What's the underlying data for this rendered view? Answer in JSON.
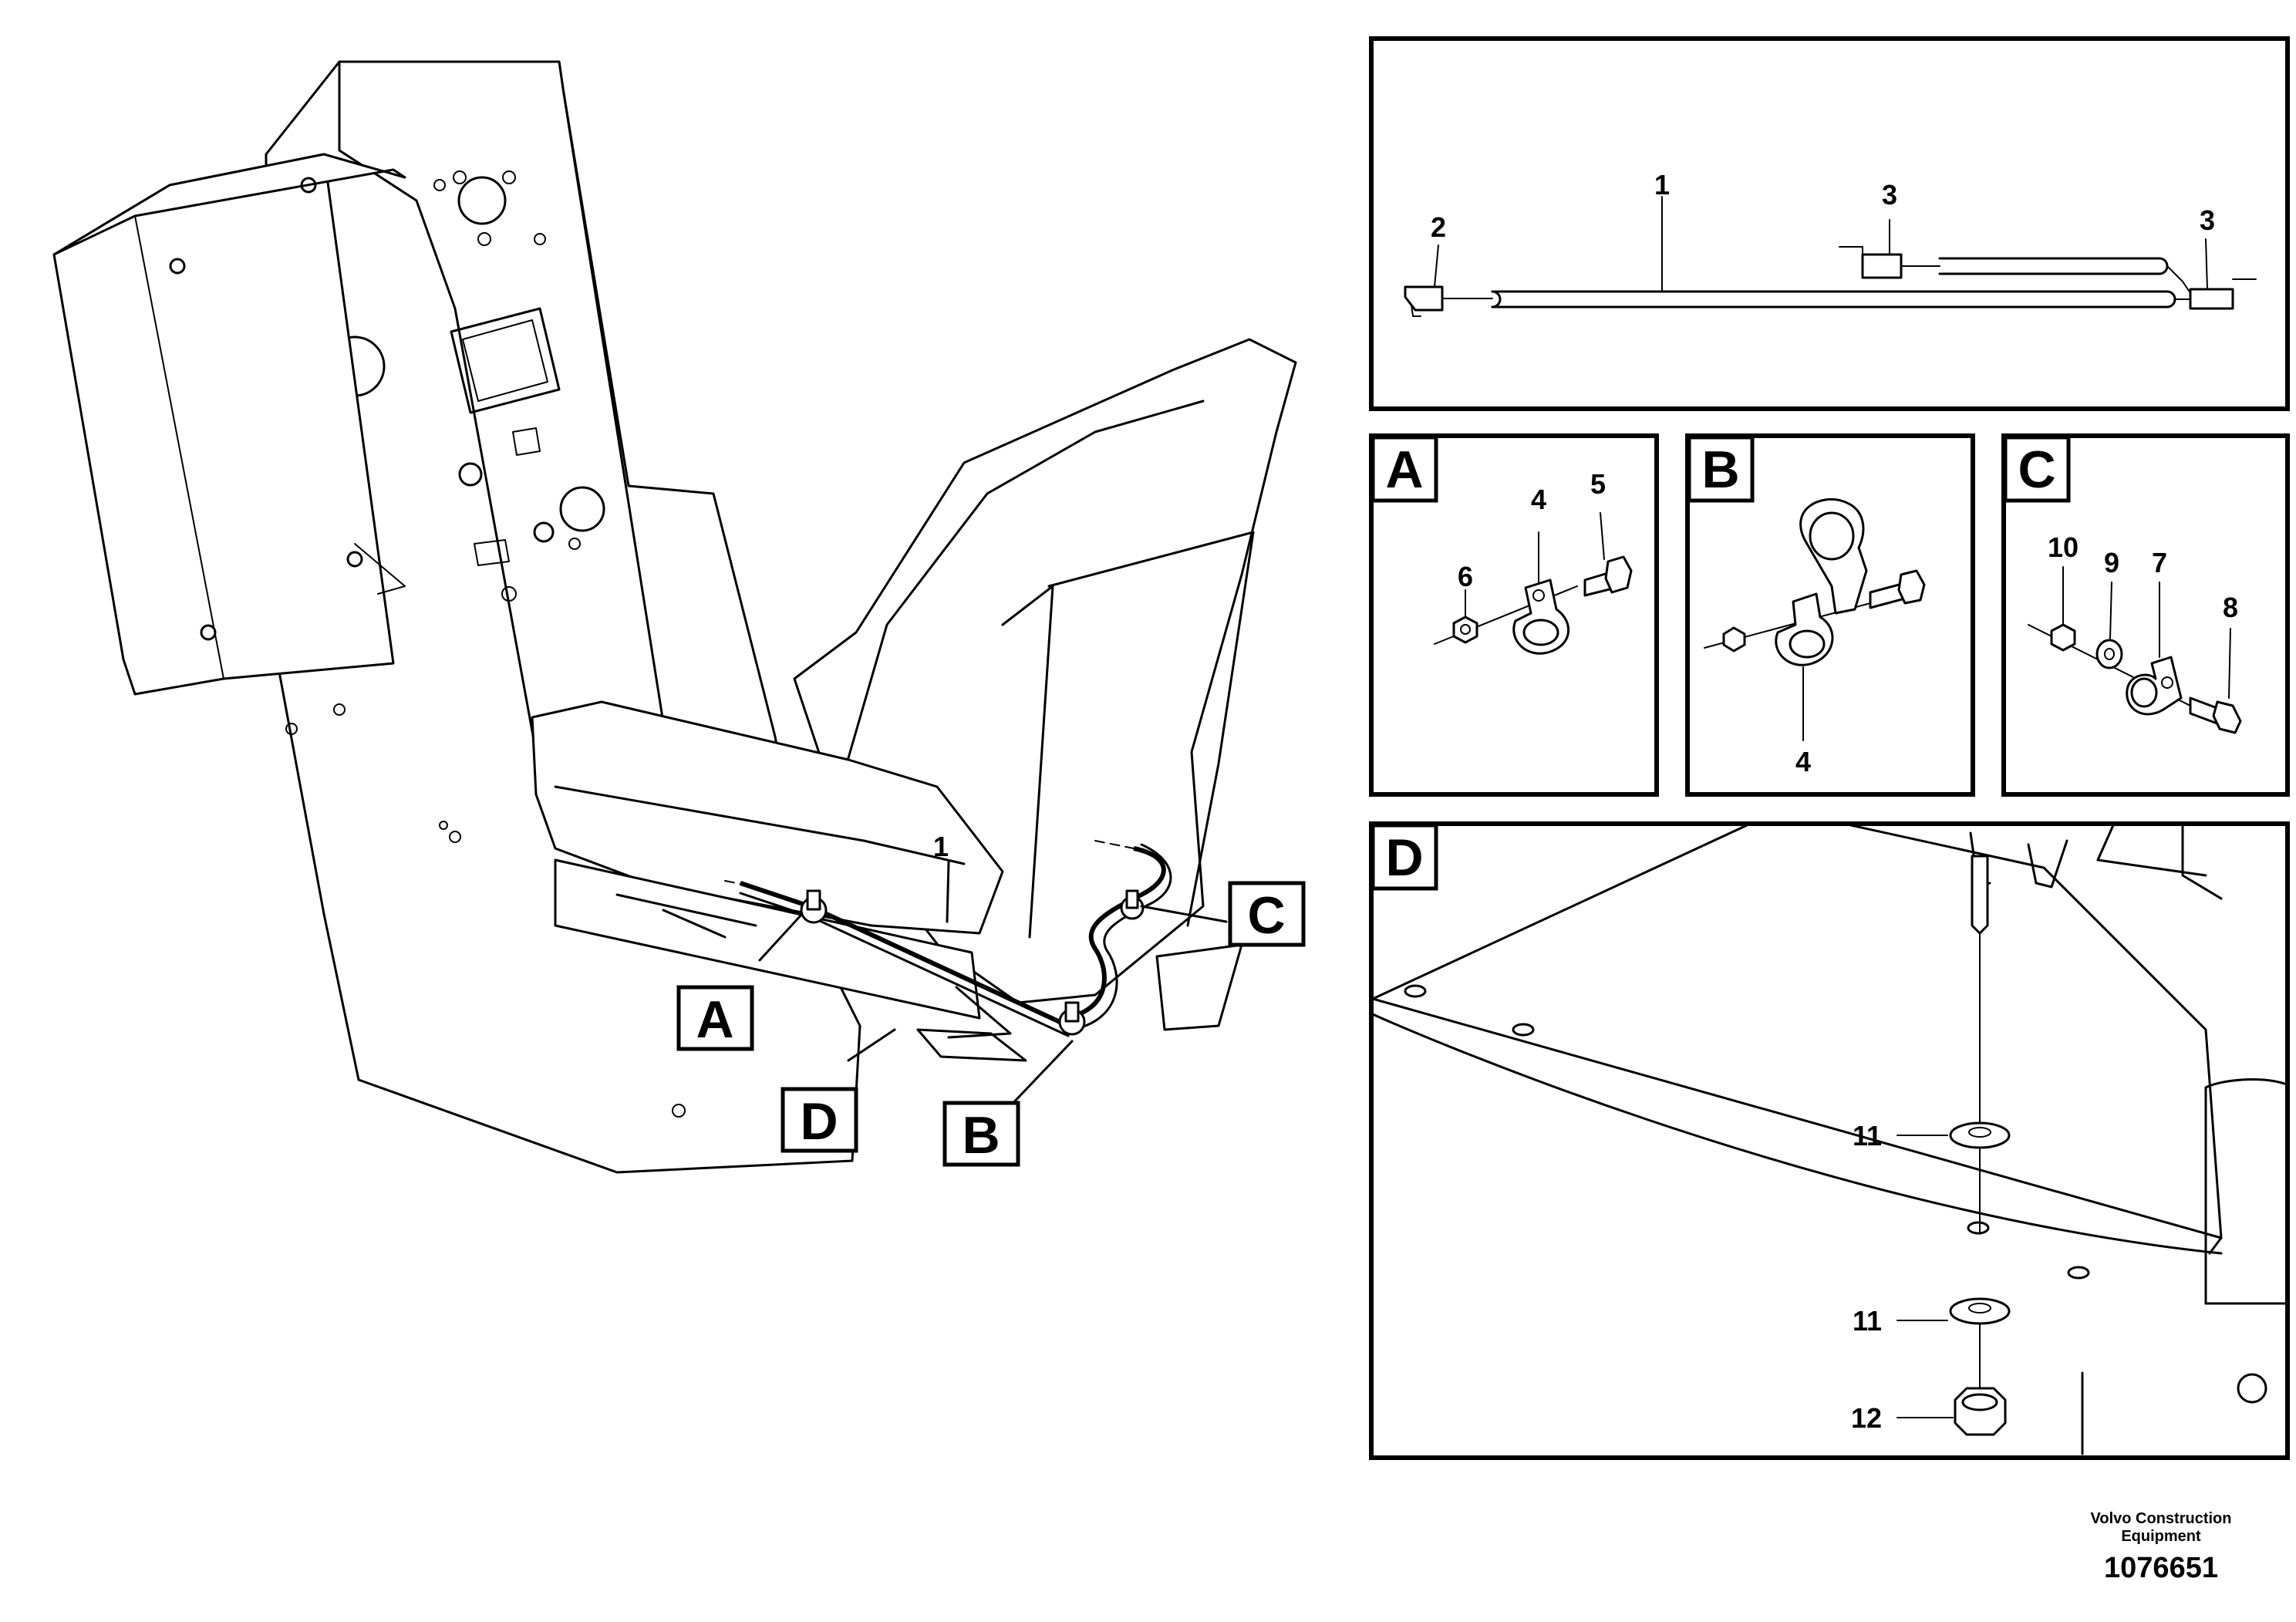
{
  "callouts": {
    "main_1": "1",
    "A": "A",
    "B": "B",
    "C": "C",
    "D": "D"
  },
  "panel_top": {
    "p1": "1",
    "p2": "2",
    "p3a": "3",
    "p3b": "3"
  },
  "panel_a": {
    "tag": "A",
    "p6": "6",
    "p4": "4",
    "p5": "5"
  },
  "panel_b": {
    "tag": "B",
    "p4": "4"
  },
  "panel_c": {
    "tag": "C",
    "p10": "10",
    "p9": "9",
    "p7": "7",
    "p8": "8"
  },
  "panel_d": {
    "tag": "D",
    "p11a": "11",
    "p11b": "11",
    "p12": "12"
  },
  "footer": {
    "company_line1": "Volvo Construction",
    "company_line2": "Equipment",
    "drawing_number": "1076651"
  }
}
